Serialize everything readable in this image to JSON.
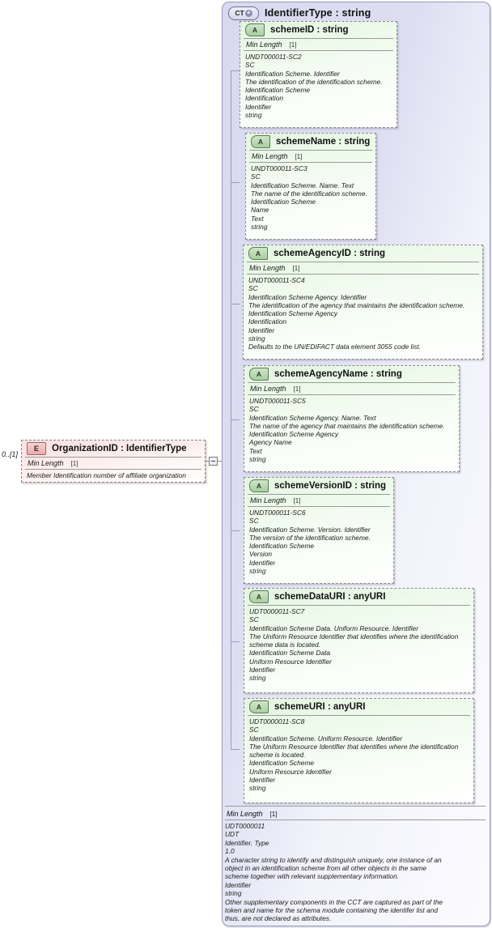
{
  "diagram": {
    "kind": "xsd-schema-diagram",
    "colors": {
      "complex_type_fill": "#dedef2",
      "attribute_fill": "#e8f8e4",
      "element_fill": "#fbdfdf",
      "border": "#8a8a8a",
      "tree_line": "#9a9ac0"
    }
  },
  "element": {
    "badge": "E",
    "badge_icon_name": "element-badge-icon",
    "title": "OrganizationID : IdentifierType",
    "occurrence": "0..[1]",
    "facet_label": "Min Length",
    "facet_value": "[1]",
    "documentation": "Member Identification number of affiliate organization"
  },
  "connector": {
    "toggle_icon_name": "collapse-minus-icon",
    "toggle_symbol": "−"
  },
  "complex_type": {
    "badge": "CT",
    "badge_plus": "+",
    "badge_icon_name": "complextype-expand-icon",
    "title": "IdentifierType : string",
    "facet_label": "Min Length",
    "facet_value": "[1]",
    "documentation": "UDT0000011\nUDT\nIdentifier. Type\n1.0\nA character string to identify and distinguish uniquely, one instance of an\nobject in an identification scheme from all other objects in the same\nscheme together with relevant supplementary information.\nIdentifier\nstring\nOther supplementary components in the CCT are captured as part of the\ntoken and name for the schema module containing the identifer list and\nthus, are not declared as attributes."
  },
  "attributes": [
    {
      "badge": "A",
      "badge_icon_name": "attribute-badge-icon",
      "title": "schemeID : string",
      "facet_label": "Min Length",
      "facet_value": "[1]",
      "documentation": "UNDT000011-SC2\nSC\nIdentification Scheme. Identifier\nThe identification of the identification scheme.\nIdentification Scheme\nIdentification\nIdentifier\nstring"
    },
    {
      "badge": "A",
      "badge_icon_name": "attribute-badge-icon",
      "title": "schemeName : string",
      "facet_label": "Min Length",
      "facet_value": "[1]",
      "documentation": "UNDT000011-SC3\nSC\nIdentification Scheme. Name. Text\nThe name of the identification scheme.\nIdentification Scheme\nName\nText\nstring"
    },
    {
      "badge": "A",
      "badge_icon_name": "attribute-badge-icon",
      "title": "schemeAgencyID : string",
      "facet_label": "Min Length",
      "facet_value": "[1]",
      "documentation": "UNDT000011-SC4\nSC\nIdentification Scheme Agency. Identifier\nThe identification of the agency that maintains the identification scheme.\nIdentification Scheme Agency\nIdentification\nIdentifier\nstring\nDefaults to the UN/EDIFACT data element 3055 code list."
    },
    {
      "badge": "A",
      "badge_icon_name": "attribute-badge-icon",
      "title": "schemeAgencyName : string",
      "facet_label": "Min Length",
      "facet_value": "[1]",
      "documentation": "UNDT000011-SC5\nSC\nIdentification Scheme Agency. Name. Text\nThe name of the agency that maintains the identification scheme.\nIdentification Scheme Agency\nAgency Name\nText\nstring"
    },
    {
      "badge": "A",
      "badge_icon_name": "attribute-badge-icon",
      "title": "schemeVersionID : string",
      "facet_label": "Min Length",
      "facet_value": "[1]",
      "documentation": "UNDT000011-SC6\nSC\nIdentification Scheme. Version. Identifier\nThe version of the identification scheme.\nIdentification Scheme\nVersion\nIdentifier\nstring"
    },
    {
      "badge": "A",
      "badge_icon_name": "attribute-badge-icon",
      "title": "schemeDataURI : anyURI",
      "facet_label": "",
      "facet_value": "",
      "documentation": "UDT0000011-SC7\nSC\nIdentification Scheme Data. Uniform Resource. Identifier\nThe Uniform Resource Identifier that identifies where the identification\nscheme data is located.\nIdentification Scheme Data\nUniform Resource Identifier\nIdentifier\nstring"
    },
    {
      "badge": "A",
      "badge_icon_name": "attribute-badge-icon",
      "title": "schemeURI : anyURI",
      "facet_label": "",
      "facet_value": "",
      "documentation": "UDT0000011-SC8\nSC\nIdentification Scheme. Uniform Resource. Identifier\nThe Uniform Resource Identifier that identifies where the identification\nscheme is located.\nIdentification Scheme\nUniform Resource Identifier\nIdentifier\nstring"
    }
  ]
}
